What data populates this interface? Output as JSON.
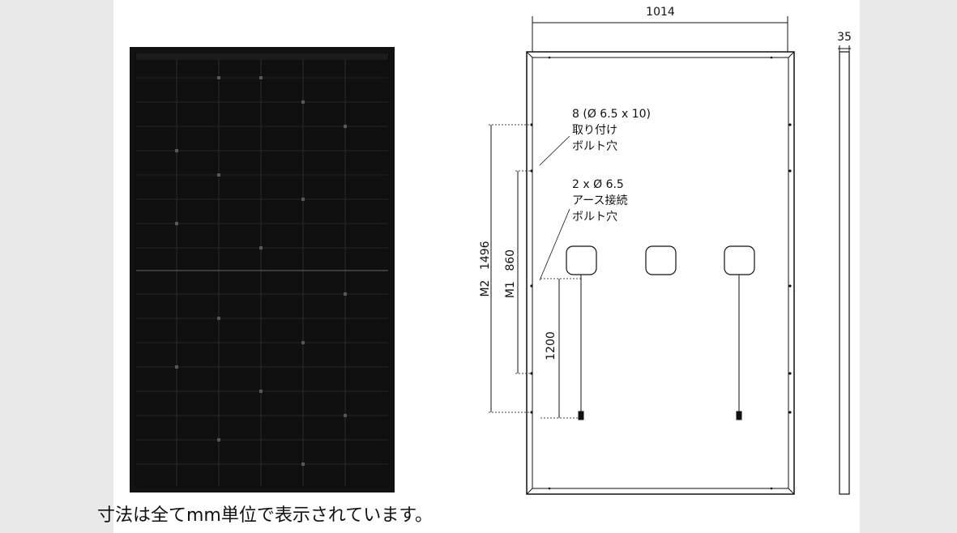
{
  "caption": "寸法は全てmm単位で表示されています。",
  "dimensions": {
    "width": "1014",
    "depth": "35",
    "m2_label": "M2",
    "m2_value": "1496",
    "m1_label": "M1",
    "m1_value": "860",
    "cable": "1200"
  },
  "notes": {
    "mounting": {
      "line1": "8 (Ø 6.5 x 10)",
      "line2": "取り付け",
      "line3": "ボルト穴"
    },
    "grounding": {
      "line1": "2 x Ø 6.5",
      "line2": "アース接続",
      "line3": "ボルト穴"
    }
  },
  "colors": {
    "panel": "#0f0f0f",
    "cell_line": "#2e2e2e",
    "drawing": "#111111"
  }
}
